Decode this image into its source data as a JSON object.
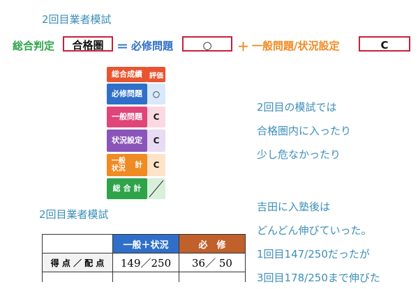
{
  "top_title": "2回目業者模試",
  "formula": {
    "overall_label": "総合判定",
    "overall_value": "合格圏",
    "equals": "＝",
    "required_label": "必修問題",
    "required_value": "○",
    "plus": "＋",
    "general_label": "一般問題/状況設定",
    "general_value": "C"
  },
  "badges": [
    {
      "label": "総合成績",
      "value": "評価",
      "color": "#e8542f",
      "cell_color": "#e8542f",
      "value_color": "#ffffff"
    },
    {
      "label": "必修問題",
      "value": "○",
      "color": "#2f6fc9",
      "cell_color": "#d9e8fb",
      "value_color": "#1a1a1a"
    },
    {
      "label": "一般問題",
      "value": "C",
      "color": "#e0457a",
      "cell_color": "#fbd9e3",
      "value_color": "#1a1a1a"
    },
    {
      "label": "状況設定",
      "value": "C",
      "color": "#8a55b8",
      "cell_color": "#e7dcf3",
      "value_color": "#1a1a1a"
    },
    {
      "label_line1": "一般",
      "label_line2": "状況",
      "label_suffix": "計",
      "value": "C",
      "color": "#f08a23",
      "cell_color": "#fde3c8",
      "value_color": "#1a1a1a"
    },
    {
      "label": "総 合 計",
      "value": "",
      "color": "#2ea34a",
      "cell_color": "#d8f0da",
      "value_color": "#1a1a1a"
    }
  ],
  "right_text": {
    "line1": "2回目の模試では",
    "line2": "合格圏内に入ったり",
    "line3": "少し危なかったり",
    "line4": "吉田に入塾後は",
    "line5": "どんどん伸びていった。",
    "line6": "1回目147/250だったが",
    "line7": "3回目178/250まで伸びた"
  },
  "bottom_title": "2回目業者模試",
  "score_table": {
    "header_general": "一般＋状況",
    "header_required": "必　修",
    "row_label": "得 点 ／ 配 点",
    "general_score": "149／250",
    "required_score": "36／ 50",
    "header_general_color": "#2f6fc9",
    "header_required_color": "#c0602a"
  }
}
